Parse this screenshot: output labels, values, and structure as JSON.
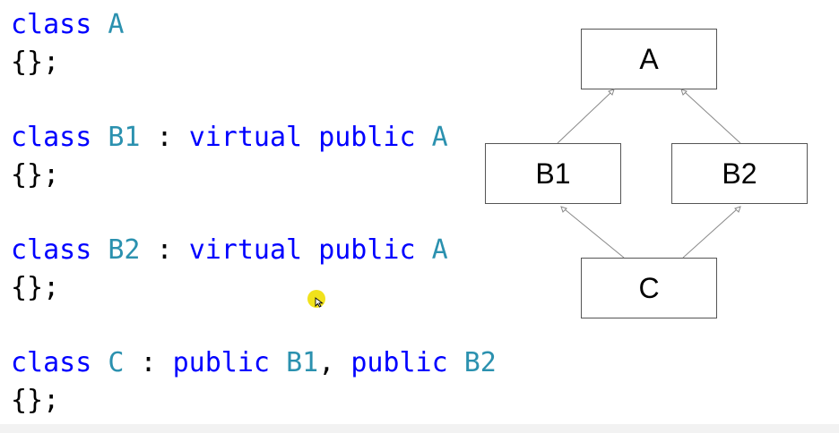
{
  "code": {
    "lines": [
      {
        "tokens": [
          {
            "t": "class",
            "k": "kw"
          },
          {
            "t": " ",
            "k": "plain"
          },
          {
            "t": "A",
            "k": "cls"
          }
        ]
      },
      {
        "tokens": [
          {
            "t": "{};",
            "k": "plain"
          }
        ]
      },
      {
        "tokens": [
          {
            "t": "class",
            "k": "kw"
          },
          {
            "t": " ",
            "k": "plain"
          },
          {
            "t": "B1",
            "k": "cls"
          },
          {
            "t": " : ",
            "k": "plain"
          },
          {
            "t": "virtual",
            "k": "kw"
          },
          {
            "t": " ",
            "k": "plain"
          },
          {
            "t": "public",
            "k": "kw"
          },
          {
            "t": " ",
            "k": "plain"
          },
          {
            "t": "A",
            "k": "cls"
          }
        ]
      },
      {
        "tokens": [
          {
            "t": "{};",
            "k": "plain"
          }
        ]
      },
      {
        "tokens": [
          {
            "t": "class",
            "k": "kw"
          },
          {
            "t": " ",
            "k": "plain"
          },
          {
            "t": "B2",
            "k": "cls"
          },
          {
            "t": " : ",
            "k": "plain"
          },
          {
            "t": "virtual",
            "k": "kw"
          },
          {
            "t": " ",
            "k": "plain"
          },
          {
            "t": "public",
            "k": "kw"
          },
          {
            "t": " ",
            "k": "plain"
          },
          {
            "t": "A",
            "k": "cls"
          }
        ]
      },
      {
        "tokens": [
          {
            "t": "{};",
            "k": "plain"
          }
        ]
      },
      {
        "tokens": [
          {
            "t": "class",
            "k": "kw"
          },
          {
            "t": " ",
            "k": "plain"
          },
          {
            "t": "C",
            "k": "cls"
          },
          {
            "t": " : ",
            "k": "plain"
          },
          {
            "t": "public",
            "k": "kw"
          },
          {
            "t": " ",
            "k": "plain"
          },
          {
            "t": "B1",
            "k": "cls"
          },
          {
            "t": ", ",
            "k": "plain"
          },
          {
            "t": "public",
            "k": "kw"
          },
          {
            "t": " ",
            "k": "plain"
          },
          {
            "t": "B2",
            "k": "cls"
          }
        ]
      },
      {
        "tokens": [
          {
            "t": "{};",
            "k": "plain"
          }
        ]
      }
    ]
  },
  "diagram": {
    "boxes": {
      "a": "A",
      "b1": "B1",
      "b2": "B2",
      "c": "C"
    },
    "edges": [
      {
        "from": "b1",
        "to": "a"
      },
      {
        "from": "b2",
        "to": "a"
      },
      {
        "from": "c",
        "to": "b1"
      },
      {
        "from": "c",
        "to": "b2"
      }
    ]
  },
  "colors": {
    "keyword": "#0000ff",
    "class_name": "#2b91af",
    "plain": "#000000",
    "cursor_highlight": "#f1e21c"
  },
  "icons": {
    "cursor": "mouse-pointer-icon"
  }
}
